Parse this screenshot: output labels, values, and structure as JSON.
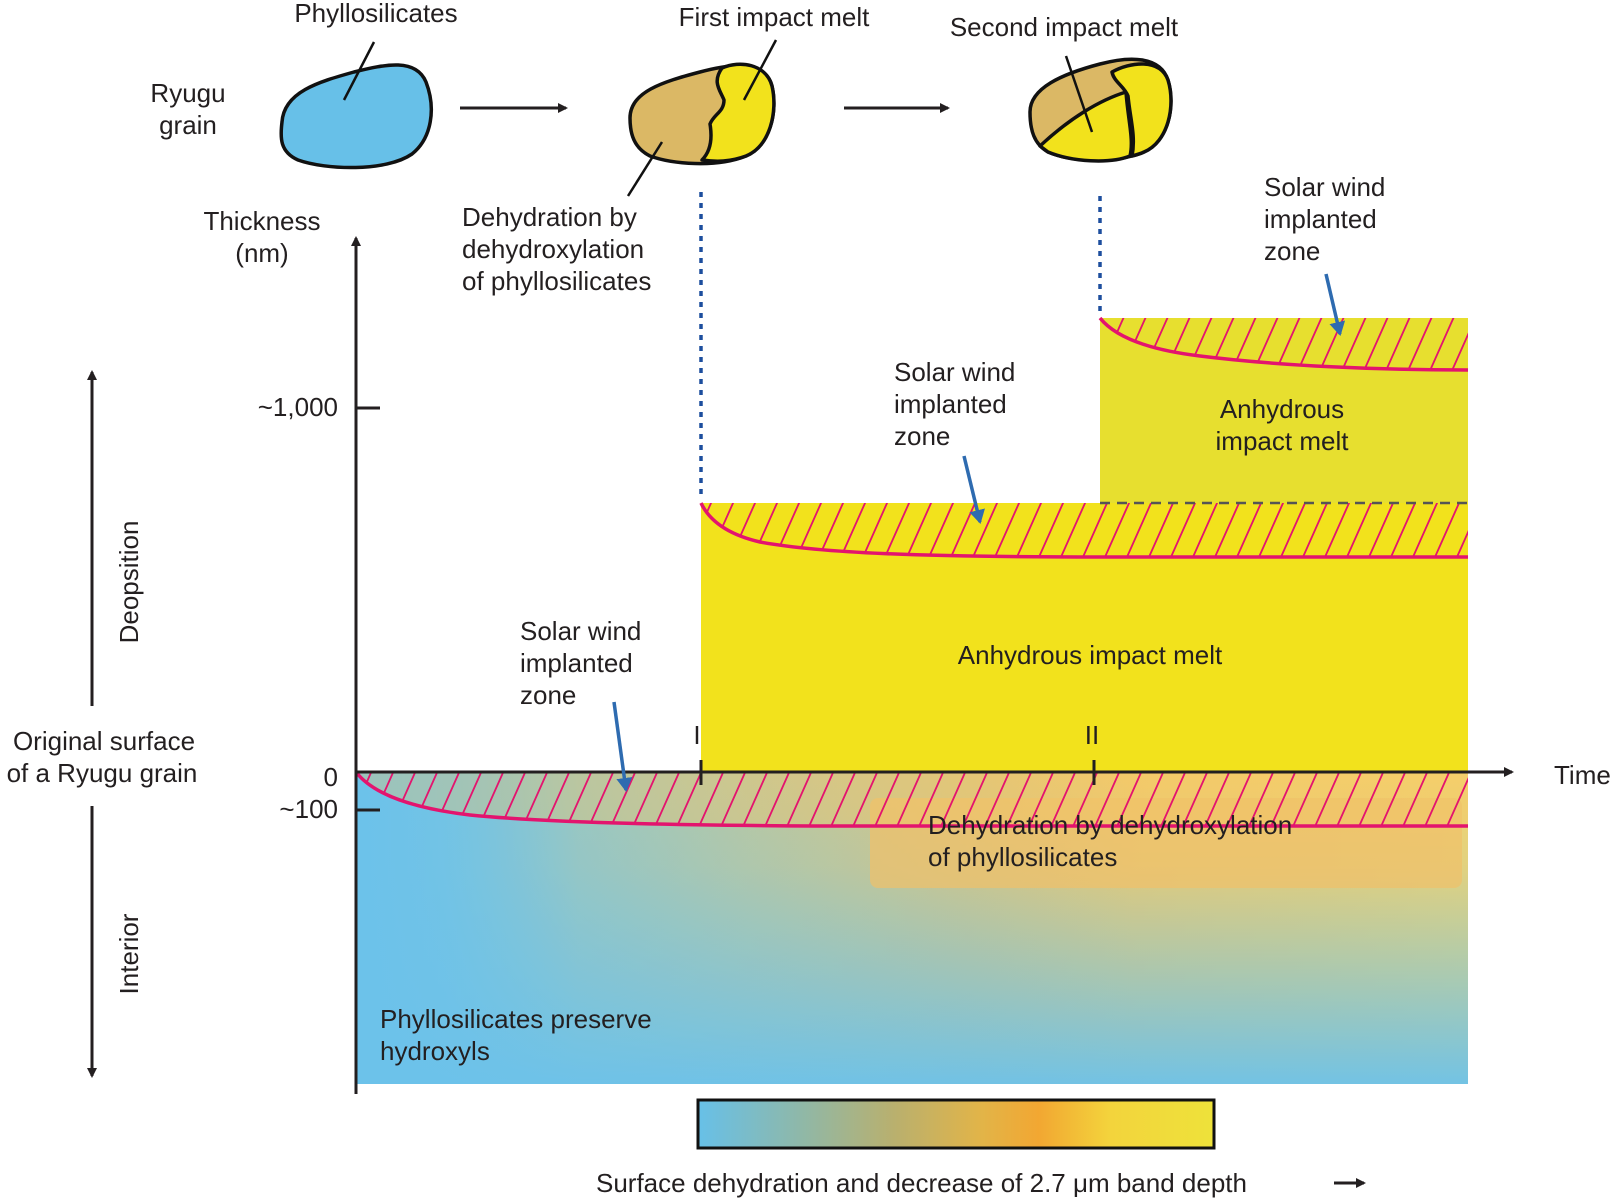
{
  "grains": {
    "ryugu_label": [
      "Ryugu",
      "grain"
    ],
    "phyllosilicates_label": "Phyllosilicates",
    "first_melt_label": "First impact melt",
    "second_melt_label": "Second impact melt",
    "dehydration_label": [
      "Dehydration by",
      "dehydroxylation",
      "of phyllosilicates"
    ]
  },
  "axes": {
    "y_title": [
      "Thickness",
      "(nm)"
    ],
    "y_tick_1000": "~1,000",
    "y_tick_0": "0",
    "y_tick_neg100": "~100",
    "x_title": "Time",
    "event_1": "I",
    "event_2": "II",
    "deposition_label": "Deopsition",
    "interior_label": "Interior",
    "original_surface_label": [
      "Original surface",
      "of a Ryugu grain"
    ]
  },
  "zones": {
    "sw_zone_1": [
      "Solar wind",
      "implanted",
      "zone"
    ],
    "sw_zone_2": [
      "Solar wind",
      "implanted",
      "zone"
    ],
    "sw_zone_3": [
      "Solar wind",
      "implanted",
      "zone"
    ],
    "melt_1": "Anhydrous impact melt",
    "melt_2": [
      "Anhydrous",
      "impact melt"
    ],
    "dehydration_zone": [
      "Dehydration by dehydroxylation",
      "of phyllosilicates"
    ],
    "preserved": [
      "Phyllosilicates preserve",
      "hydroxyls"
    ]
  },
  "colorbar": {
    "caption": "Surface dehydration and decrease of 2.7 μm band depth",
    "caption_arrow": "→"
  },
  "colors": {
    "grain_blue": "#67c0e8",
    "grain_tan": "#dbb865",
    "melt_yellow": "#f2e21c",
    "melt_yellow_upper": "#e7df2f",
    "solar_wind_pink": "#e3146e",
    "arrow_blue": "#2e6bb0",
    "dehydrated_orange": "#f3c768",
    "hydrated_blue": "#6cc2ea"
  }
}
